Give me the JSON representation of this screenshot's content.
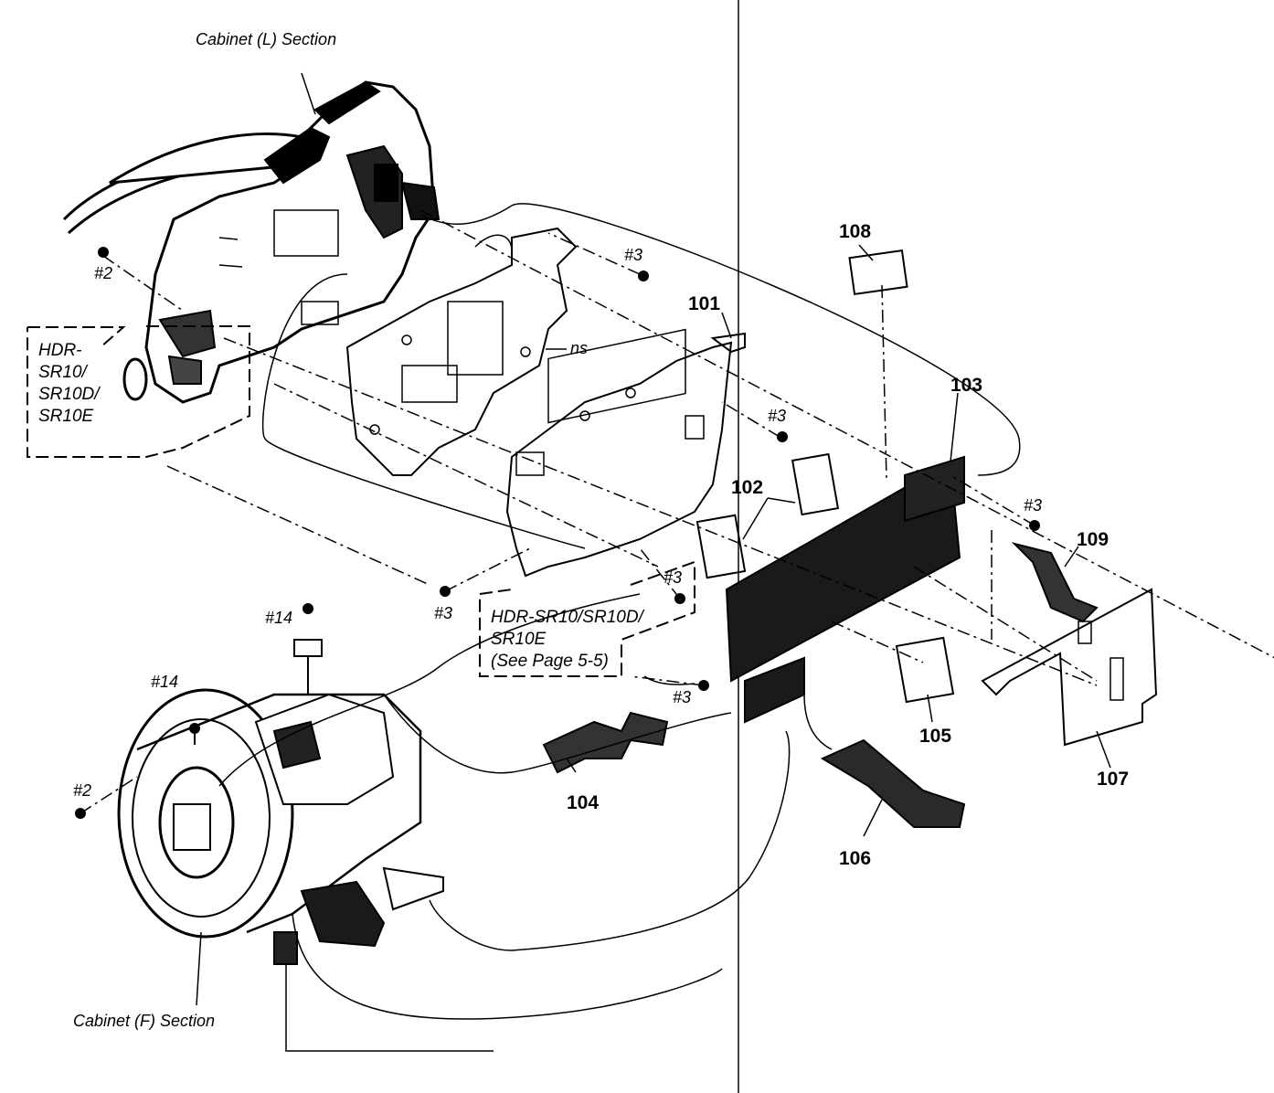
{
  "sections": {
    "cabinet_l": "Cabinet (L) Section",
    "cabinet_f": "Cabinet (F) Section"
  },
  "notes": {
    "model_left": [
      "HDR-",
      "SR10/",
      "SR10D/",
      "SR10E"
    ],
    "model_center": [
      "HDR-SR10/SR10D/",
      "SR10E",
      "(See  Page 5-5)"
    ],
    "ns": "ns"
  },
  "parts": {
    "p101": "101",
    "p102": "102",
    "p103": "103",
    "p104": "104",
    "p105": "105",
    "p106": "106",
    "p107": "107",
    "p108": "108",
    "p109": "109"
  },
  "screws": {
    "s2_top": "#2",
    "s2_bottom": "#2",
    "s3_a": "#3",
    "s3_b": "#3",
    "s3_c": "#3",
    "s3_d": "#3",
    "s3_e": "#3",
    "s3_f": "#3",
    "s14_a": "#14",
    "s14_b": "#14"
  }
}
